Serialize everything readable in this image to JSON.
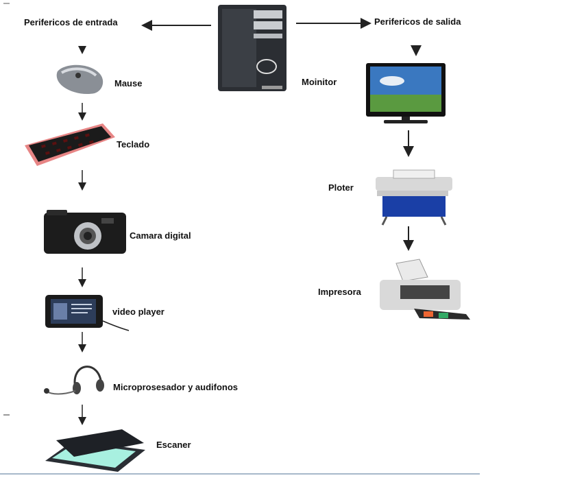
{
  "headings": {
    "input": "Perifericos de entrada",
    "output": "Perifericos de salida"
  },
  "center": {
    "label": "Moinitor"
  },
  "input_devices": [
    {
      "label": "Mause",
      "icon": "mouse-icon"
    },
    {
      "label": "Teclado",
      "icon": "keyboard-icon"
    },
    {
      "label": "Camara digital",
      "icon": "camera-icon"
    },
    {
      "label": "video player",
      "icon": "video-player-icon"
    },
    {
      "label": "Microprosesador y audifonos",
      "icon": "headset-icon"
    },
    {
      "label": "Escaner",
      "icon": "scanner-icon"
    }
  ],
  "output_devices": [
    {
      "label": "Ploter",
      "icon": "plotter-icon"
    },
    {
      "label": "Impresora",
      "icon": "printer-icon"
    }
  ],
  "colors": {
    "text": "#111111",
    "arrow": "#222222",
    "bottom_rule": "#8aa0b8",
    "computer_body": "#2b2e33",
    "monitor_screen": "#3a78c0",
    "keyboard_glow": "#d42020",
    "plotter_blue": "#1a3fa6"
  }
}
